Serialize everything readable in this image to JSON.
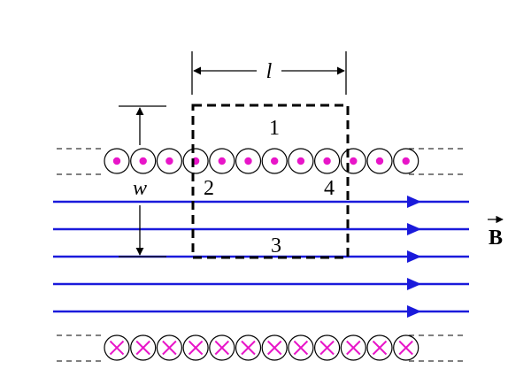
{
  "labels": {
    "length": "l",
    "width": "w",
    "field": "B",
    "side_top": "1",
    "side_left": "2",
    "side_bottom": "3",
    "side_right": "4"
  },
  "colors": {
    "field_lines": "#1a1adb",
    "current_marks": "#e815c8",
    "outline": "#000000"
  },
  "wires": {
    "top_row_symbol": "dot-out-of-page",
    "bottom_row_symbol": "cross-into-page",
    "count_per_row": 12
  },
  "field_line_count": 5
}
